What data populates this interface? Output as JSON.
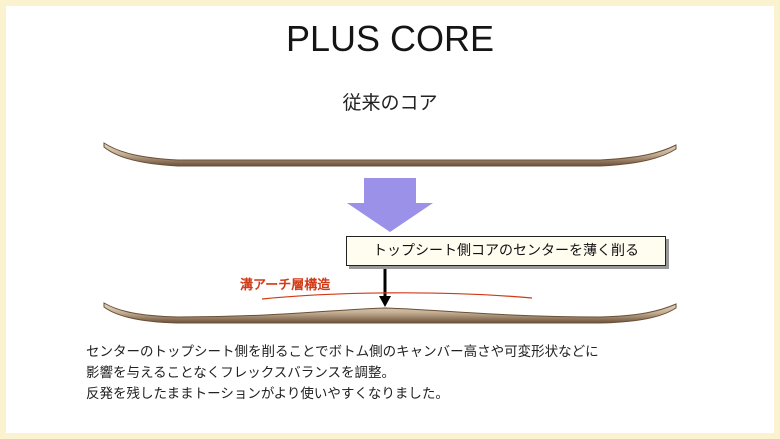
{
  "title": "PLUS CORE",
  "subtitle": "従来のコア",
  "callout": "トップシート側コアのセンターを薄く削る",
  "red_label": "溝アーチ層構造",
  "description": [
    "センターのトップシート側を削ることでボトム側のキャンバー高さや可変形状などに",
    "影響を与えることなくフレックスバランスを調整。",
    "反発を残したままトーションがより使いやすくなりました。"
  ],
  "colors": {
    "background": "#fbf3cf",
    "board": "#c9b8a2",
    "board_edge": "#6b5038",
    "arrow": "#9b91e8",
    "red_label": "#d23a17"
  }
}
